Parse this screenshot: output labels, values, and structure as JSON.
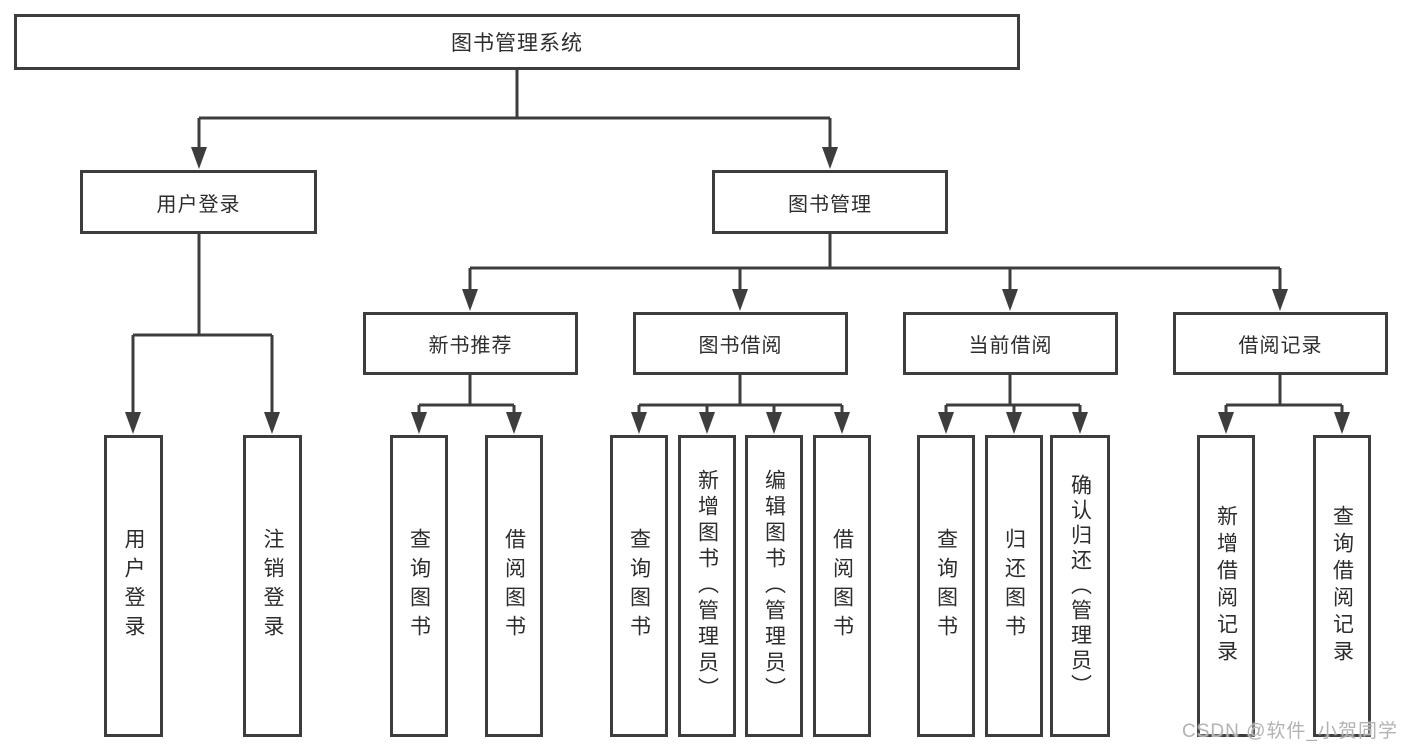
{
  "diagram": {
    "root": {
      "label": "图书管理系统"
    },
    "branches": {
      "login": {
        "label": "用户登录",
        "children": [
          "用户登录",
          "注销登录"
        ]
      },
      "management": {
        "label": "图书管理"
      }
    },
    "groups": [
      {
        "label": "新书推荐",
        "children": [
          "查询图书",
          "借阅图书"
        ]
      },
      {
        "label": "图书借阅",
        "children": [
          "查询图书",
          "新增图书（管理员）",
          "编辑图书（管理员）",
          "借阅图书"
        ]
      },
      {
        "label": "当前借阅",
        "children": [
          "查询图书",
          "归还图书",
          "确认归还（管理员）"
        ]
      },
      {
        "label": "借阅记录",
        "children": [
          "新增借阅记录",
          "查询借阅记录"
        ]
      }
    ],
    "colors": {
      "line": "#3d3d3d",
      "text": "#2d2d2d",
      "watermark": "#b3b3b3",
      "background": "#ffffff"
    }
  },
  "watermark": "CSDN @软件_小贺同学"
}
